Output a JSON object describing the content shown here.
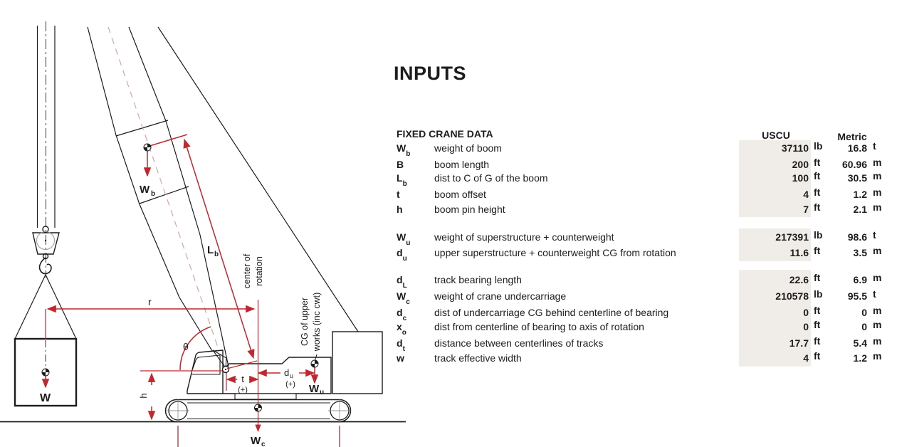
{
  "title": "INPUTS",
  "colors": {
    "accent_red": "#c1272f",
    "boom_centerline_pink": "#d5a6a2",
    "input_cell_shade": "#f0ede8",
    "ink": "#1c1c1c"
  },
  "diagram": {
    "labels": {
      "load_w": "W",
      "wb": "W",
      "wb_sub": "b",
      "lb": "L",
      "lb_sub": "b",
      "r": "r",
      "theta": "θ",
      "t": "t",
      "t_plus": "(+)",
      "du": "d",
      "du_sub": "u",
      "du_plus": "(+)",
      "wu": "W",
      "wu_sub": "u",
      "wc": "W",
      "wc_sub": "c",
      "h": "h",
      "center_of_rotation_line1": "center of",
      "center_of_rotation_line2": "rotation",
      "cg_upper_line1": "CG of upper",
      "cg_upper_line2": "works (inc cwt)"
    }
  },
  "table": {
    "section_header": "FIXED CRANE DATA",
    "col_uscu": "USCU",
    "col_metric": "Metric",
    "rows": [
      {
        "sym": "W",
        "sub": "b",
        "desc": "weight of boom",
        "uscu": "37110",
        "uscu_unit": "lb",
        "metric": "16.8",
        "metric_unit": "t"
      },
      {
        "sym": "B",
        "sub": "",
        "desc": "boom length",
        "uscu": "200",
        "uscu_unit": "ft",
        "metric": "60.96",
        "metric_unit": "m"
      },
      {
        "sym": "L",
        "sub": "b",
        "desc": "dist to C of G of the boom",
        "uscu": "100",
        "uscu_unit": "ft",
        "metric": "30.5",
        "metric_unit": "m"
      },
      {
        "sym": "t",
        "sub": "",
        "desc": "boom offset",
        "uscu": "4",
        "uscu_unit": "ft",
        "metric": "1.2",
        "metric_unit": "m"
      },
      {
        "sym": "h",
        "sub": "",
        "desc": "boom pin height",
        "uscu": "7",
        "uscu_unit": "ft",
        "metric": "2.1",
        "metric_unit": "m"
      },
      {
        "sym": "W",
        "sub": "u",
        "desc": "weight of superstructure + counterweight",
        "uscu": "217391",
        "uscu_unit": "lb",
        "metric": "98.6",
        "metric_unit": "t"
      },
      {
        "sym": "d",
        "sub": "u",
        "desc": "upper superstructure + counterweight CG from rotation",
        "uscu": "11.6",
        "uscu_unit": "ft",
        "metric": "3.5",
        "metric_unit": "m"
      },
      {
        "sym": "d",
        "sub": "L",
        "desc": "track bearing length",
        "uscu": "22.6",
        "uscu_unit": "ft",
        "metric": "6.9",
        "metric_unit": "m"
      },
      {
        "sym": "W",
        "sub": "c",
        "desc": "weight of crane undercarriage",
        "uscu": "210578",
        "uscu_unit": "lb",
        "metric": "95.5",
        "metric_unit": "t"
      },
      {
        "sym": "d",
        "sub": "c",
        "desc": "dist of undercarriage CG behind centerline of bearing",
        "uscu": "0",
        "uscu_unit": "ft",
        "metric": "0",
        "metric_unit": "m"
      },
      {
        "sym": "x",
        "sub": "o",
        "desc": "dist from centerline of bearing to axis of rotation",
        "uscu": "0",
        "uscu_unit": "ft",
        "metric": "0",
        "metric_unit": "m"
      },
      {
        "sym": "d",
        "sub": "t",
        "desc": "distance between centerlines of tracks",
        "uscu": "17.7",
        "uscu_unit": "ft",
        "metric": "5.4",
        "metric_unit": "m"
      },
      {
        "sym": "w",
        "sub": "",
        "desc": "track effective width",
        "uscu": "4",
        "uscu_unit": "ft",
        "metric": "1.2",
        "metric_unit": "m"
      }
    ]
  }
}
